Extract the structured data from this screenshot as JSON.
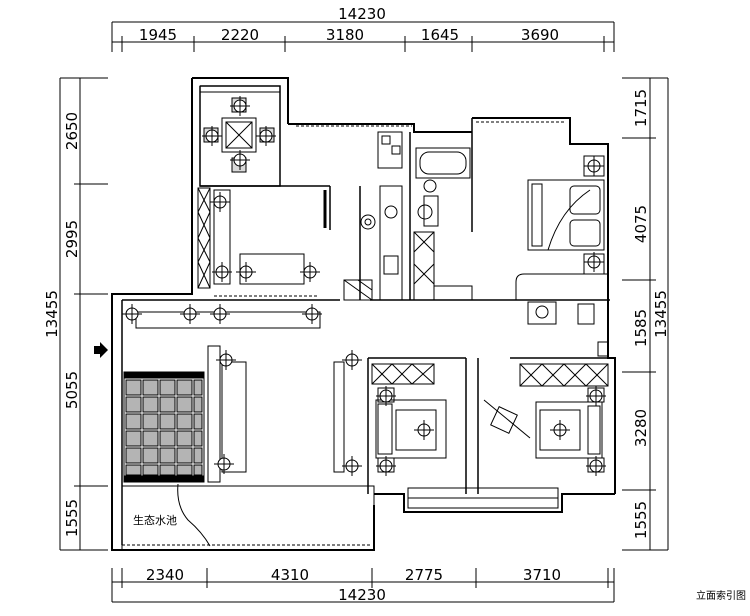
{
  "top_dims": {
    "total": "14230",
    "segments": [
      "1945",
      "2220",
      "3180",
      "1645",
      "3690"
    ]
  },
  "bottom_dims": {
    "total": "14230",
    "segments": [
      "2340",
      "4310",
      "2775",
      "3710"
    ]
  },
  "left_dims": {
    "total": "13455",
    "segments": [
      "2650",
      "2995",
      "5055",
      "1555"
    ]
  },
  "right_dims": {
    "total": "13455",
    "segments": [
      "1715",
      "4075",
      "1585",
      "3280",
      "1555"
    ]
  },
  "room_labels": {
    "pond": "生态水池"
  },
  "caption": "立面索引图",
  "colors": {
    "line": "#000000",
    "background": "#ffffff"
  }
}
